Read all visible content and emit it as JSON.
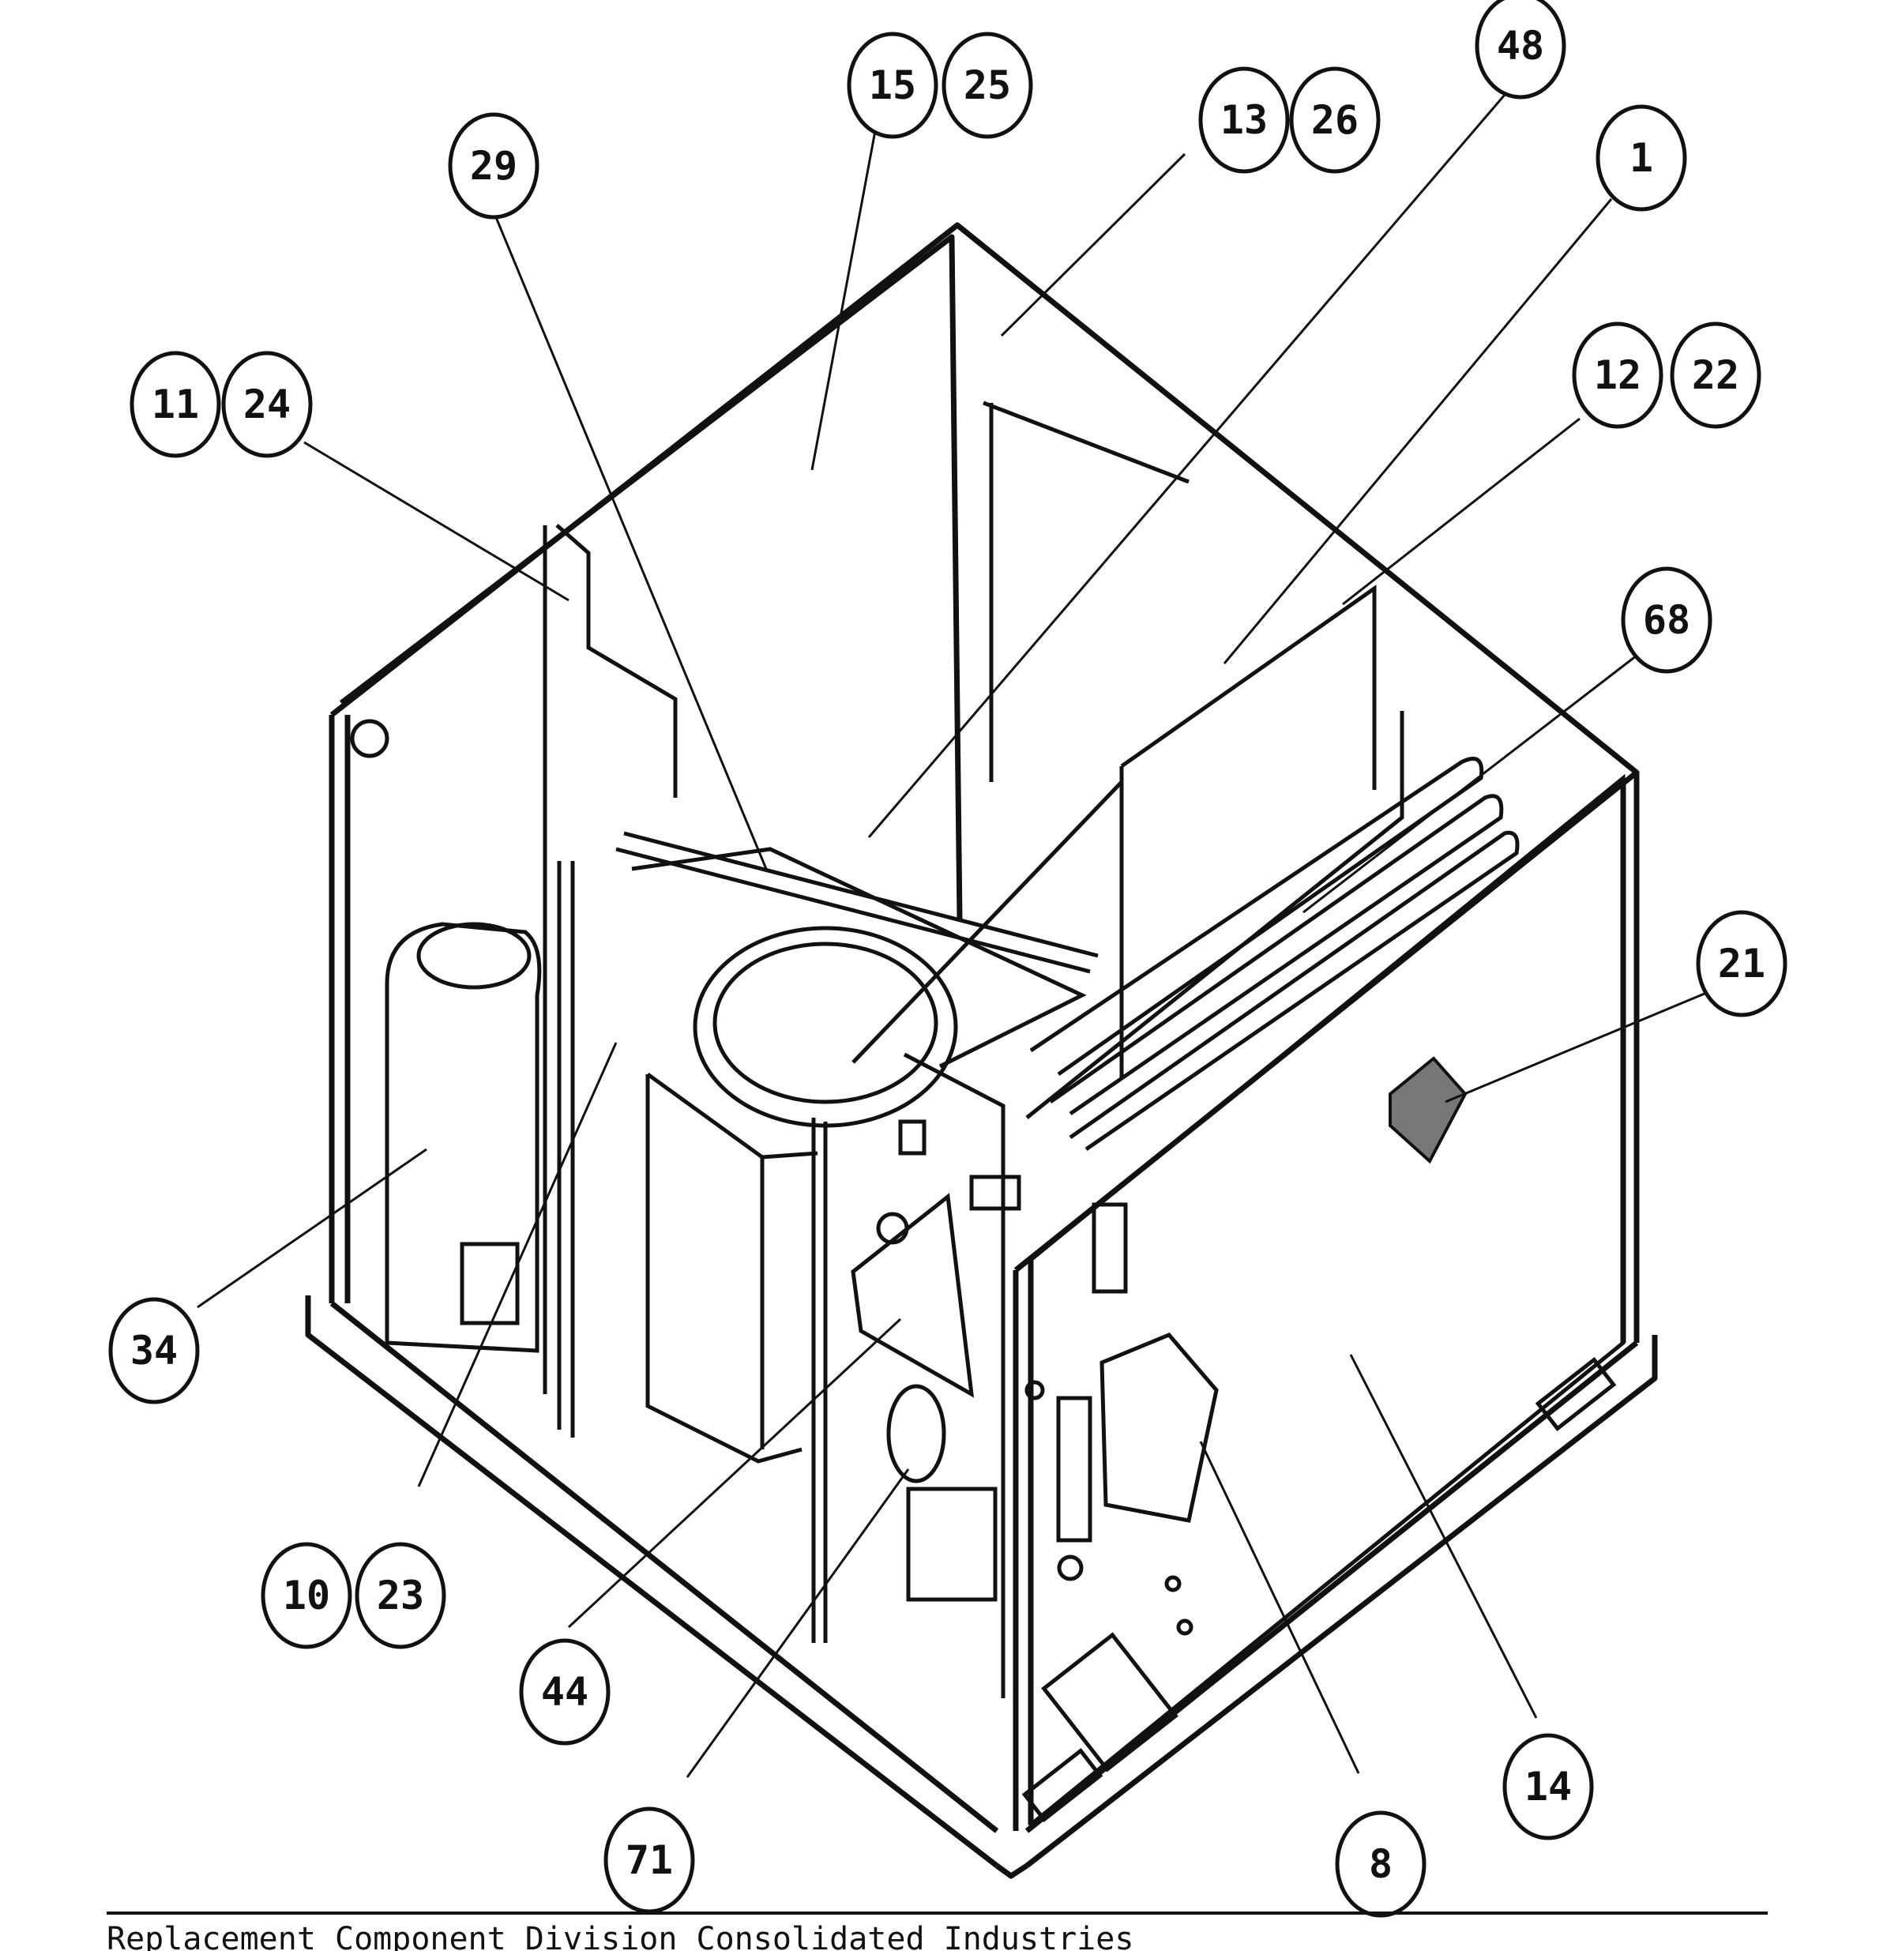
{
  "callouts": [
    "15",
    "25",
    "29",
    "13",
    "26",
    "48",
    "1",
    "11",
    "24",
    "12",
    "22",
    "68",
    "21",
    "34",
    "10",
    "23",
    "44",
    "71",
    "8",
    "14"
  ],
  "footer": "Replacement Component Division  Consolidated Industries"
}
